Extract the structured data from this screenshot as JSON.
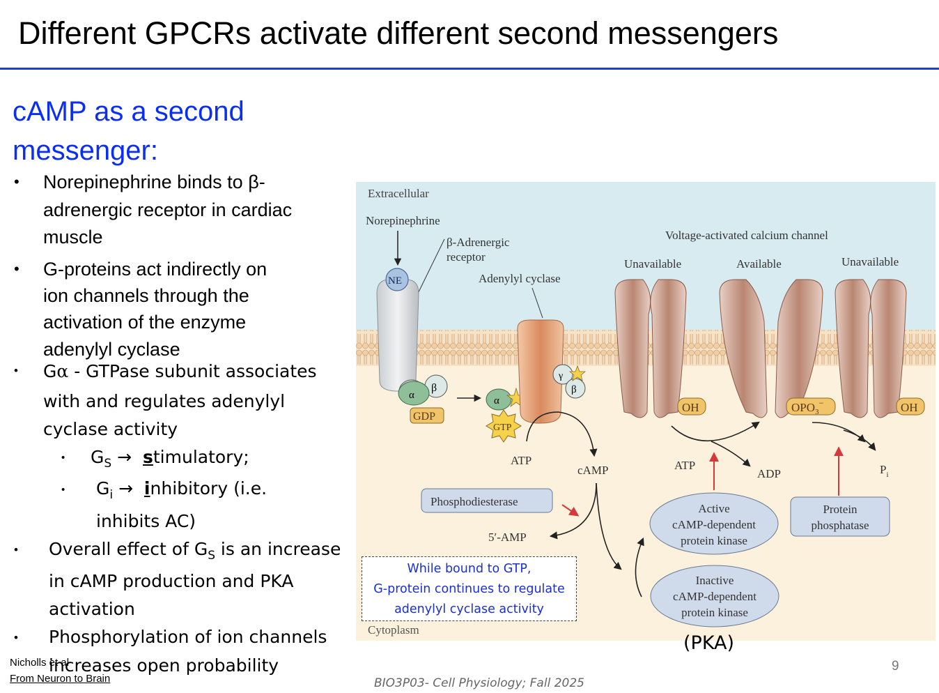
{
  "slide": {
    "title": "Different GPCRs activate different second messengers",
    "subheading": "cAMP as a second messenger:",
    "bullets": {
      "b1": "Norepinephrine binds to β-adrenergic receptor in cardiac muscle",
      "b1_l1": "Norepinephrine binds to β-",
      "b1_l2": "adrenergic receptor in cardiac",
      "b1_l3": "muscle",
      "b2_l1": "G-proteins act indirectly on",
      "b2_l2": "ion channels through the",
      "b2_l3": "activation of the enzyme",
      "b2_l4": "adenylyl cyclase",
      "b3_g": "G",
      "b3_alpha": "α",
      "b3_l1_rest": " - GTPase subunit associates",
      "b3_l2": "with and regulates adenylyl",
      "b3_l3": "cyclase activity",
      "s1_g": "G",
      "s1_sub": "S",
      "s1_arrow": "→",
      "s1_s": "s",
      "s1_rest": "timulatory;",
      "s2_g": "G",
      "s2_sub": "i",
      "s2_arrow": "→",
      "s2_i": "i",
      "s2_rest": "nhibitory (i.e.",
      "s2_l2": "inhibits AC)",
      "b4_pre": "Overall effect of G",
      "b4_sub": "S",
      "b4_post": " is an increase",
      "b4_l2": "in cAMP production and PKA",
      "b4_l3": "activation",
      "b5_l1": "Phosphorylation of ion channels",
      "b5_l2": "increases open probability"
    },
    "bullet_char": "•",
    "figure": {
      "extracellular": "Extracellular",
      "norepinephrine": "Norepinephrine",
      "beta_receptor_1": "β-Adrenergic",
      "beta_receptor_2": "receptor",
      "adenylyl_cyclase": "Adenylyl cyclase",
      "vacc": "Voltage-activated calcium channel",
      "unavailable_1": "Unavailable",
      "available": "Available",
      "unavailable_2": "Unavailable",
      "ne": "NE",
      "gamma": "γ",
      "beta": "β",
      "alpha": "α",
      "gdp": "GDP",
      "gtp": "GTP",
      "atp_1": "ATP",
      "camp": "cAMP",
      "phosphodiesterase": "Phosphodiesterase",
      "five_amp": "5′-AMP",
      "oh_1": "OH",
      "opo3": "OPO",
      "opo3_sub": "3",
      "opo3_sup": "−",
      "oh_2": "OH",
      "atp_2": "ATP",
      "adp": "ADP",
      "pi": "P",
      "pi_sub": "i",
      "active_1": "Active",
      "active_2": "cAMP-dependent",
      "active_3": "protein kinase",
      "inactive_1": "Inactive",
      "inactive_2": "cAMP-dependent",
      "inactive_3": "protein kinase",
      "phosphatase_1": "Protein",
      "phosphatase_2": "phosphatase",
      "cytoplasm": "Cytoplasm"
    },
    "callout": {
      "l1": "While bound to GTP,",
      "l2": "G-protein continues to regulate",
      "l3": "adenylyl cyclase activity"
    },
    "pka": "(PKA)",
    "citation_1": "Nicholls et al",
    "citation_2": "From Neuron to Brain",
    "footer": "BIO3P03- Cell Physiology; Fall 2025",
    "page_number": "9"
  },
  "colors": {
    "title_rule": "#1f3fd1",
    "subheading": "#0a2ff0",
    "callout_text": "#1a2fd6",
    "extracellular_bg": "#d7ebf1",
    "cytoplasm_bg": "#fbf1dd",
    "membrane": "#efcfa8",
    "protein": "#d9b3a2",
    "enzyme_box": "#cfdbea",
    "red_arrow": "#d8383a"
  }
}
